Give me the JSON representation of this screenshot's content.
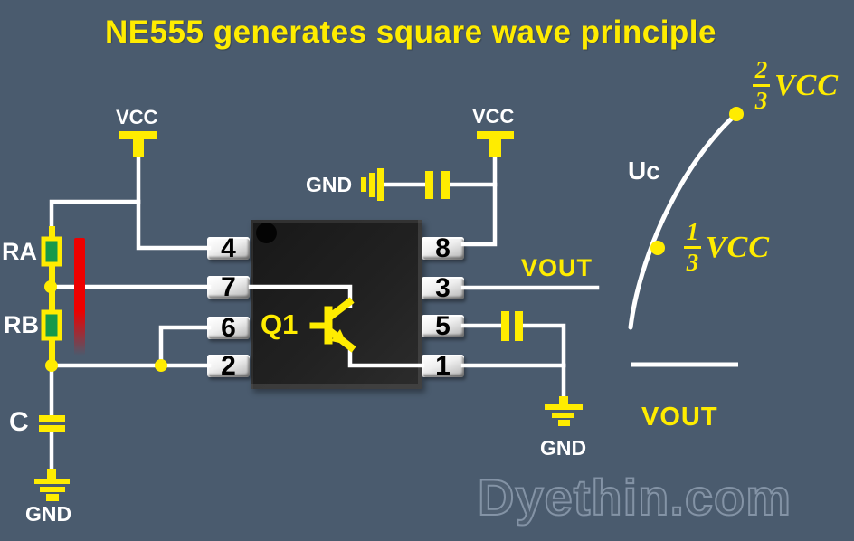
{
  "title": "NE555 generates square wave principle",
  "watermark": "Dyethin.com",
  "colors": {
    "background": "#4a5b6e",
    "accent_yellow": "#ffec00",
    "wire_white": "#ffffff",
    "resistor_green": "#16994a",
    "highlight_red": "#ee0000",
    "chip_black": "#1f1f1f",
    "pin_silver": "#e8e8e8"
  },
  "circuit": {
    "power_labels": {
      "vcc_left": "VCC",
      "vcc_right": "VCC"
    },
    "ground_labels": {
      "top": "GND",
      "left": "GND",
      "right": "GND"
    },
    "components": {
      "ra": "RA",
      "rb": "RB",
      "cap": "C",
      "transistor": "Q1"
    },
    "output_label": "VOUT",
    "ic": {
      "left_pins": [
        "4",
        "7",
        "6",
        "2"
      ],
      "right_pins": [
        "8",
        "3",
        "5",
        "1"
      ]
    }
  },
  "waveform": {
    "curve_label": "Uc",
    "upper_threshold": {
      "numerator": "2",
      "denominator": "3",
      "unit": "VCC"
    },
    "lower_threshold": {
      "numerator": "1",
      "denominator": "3",
      "unit": "VCC"
    },
    "axis_label": "VOUT"
  }
}
